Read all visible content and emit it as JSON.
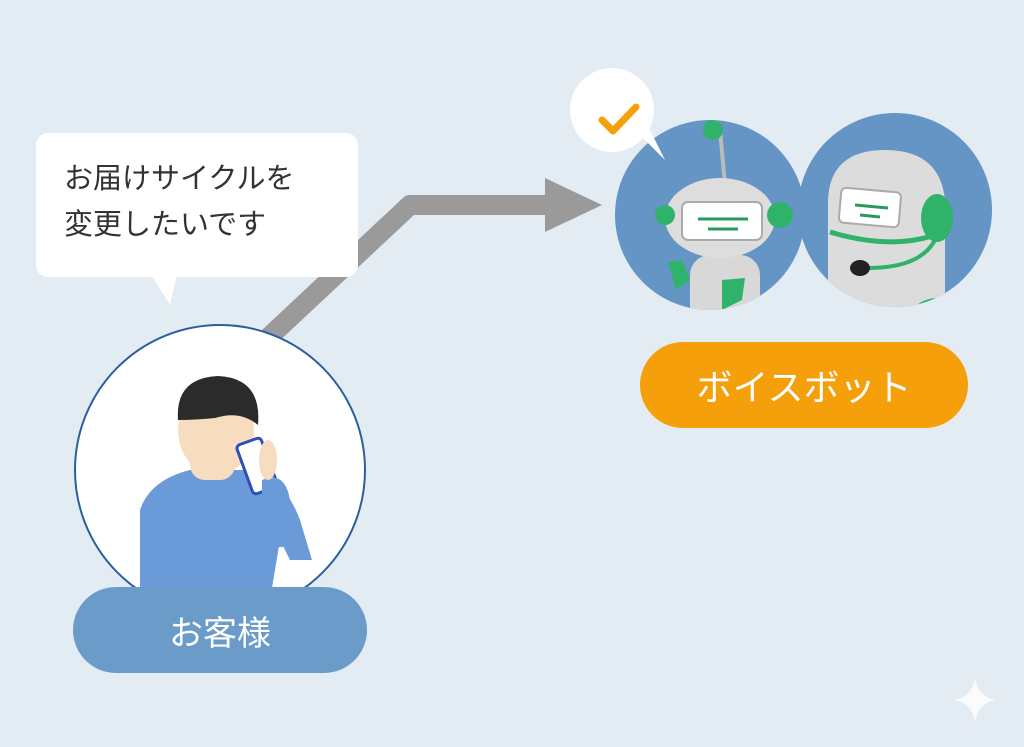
{
  "speech_bubble": {
    "lines": [
      "お届けサイクルを",
      "変更したいです"
    ]
  },
  "customer": {
    "label": "お客様"
  },
  "voicebot": {
    "label": "ボイスボット"
  },
  "colors": {
    "background": "#e3ebf3",
    "customer_pill": "#6a9bc9",
    "bot_pill": "#f5a00a",
    "bot_circle": "#6495c5",
    "arrow": "#9a9a9a",
    "robot_accent": "#2fb36a"
  }
}
